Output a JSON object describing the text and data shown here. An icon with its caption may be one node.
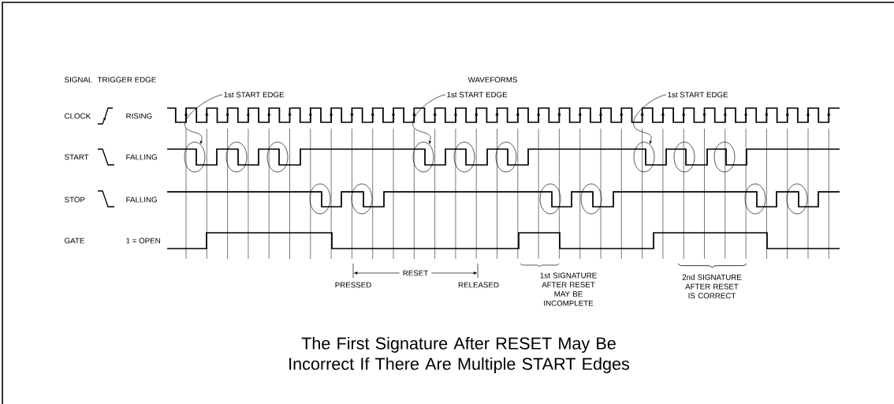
{
  "diagram": {
    "caption": "The First Signature After RESET May Be Incorrect If There Are Multiple START Edges",
    "nodes": [
      {
        "text": [
          "1st START EDGE"
        ]
      },
      {
        "text": [
          "1st START EDGE"
        ]
      },
      {
        "text": [
          "1st START EDGE"
        ]
      },
      {
        "text": [],
        "shape": "ellipse"
      },
      {
        "text": [],
        "shape": "ellipse"
      },
      {
        "text": [],
        "shape": "ellipse"
      },
      {
        "text": [],
        "shape": "ellipse"
      },
      {
        "text": [],
        "shape": "ellipse"
      },
      {
        "text": [],
        "shape": "ellipse"
      },
      {
        "text": [],
        "shape": "ellipse"
      },
      {
        "text": [],
        "shape": "ellipse"
      },
      {
        "text": [],
        "shape": "ellipse"
      },
      {
        "text": [],
        "shape": "ellipse"
      },
      {
        "text": [],
        "shape": "ellipse"
      },
      {
        "text": [],
        "shape": "ellipse"
      },
      {
        "text": [],
        "shape": "ellipse"
      },
      {
        "text": [],
        "shape": "ellipse"
      },
      {
        "text": [],
        "shape": "ellipse"
      }
    ],
    "edges": [
      {
        "from": 0,
        "to": 3,
        "arrow": "to"
      },
      {
        "from": 1,
        "to": 6,
        "arrow": "to"
      },
      {
        "from": 2,
        "to": 9,
        "arrow": "to"
      }
    ],
    "labels": [
      "SIGNAL",
      "TRIGGER EDGE",
      "WAVEFORMS",
      "CLOCK",
      "RISING",
      "START",
      "FALLING",
      "STOP",
      "FALLING",
      "GATE",
      "1 = OPEN",
      "RESET",
      "PRESSED",
      "RELEASED",
      "1st SIGNATURE AFTER RESET MAY BE INCOMPLETE",
      "2nd SIGNATURE AFTER RESET IS CORRECT"
    ]
  }
}
